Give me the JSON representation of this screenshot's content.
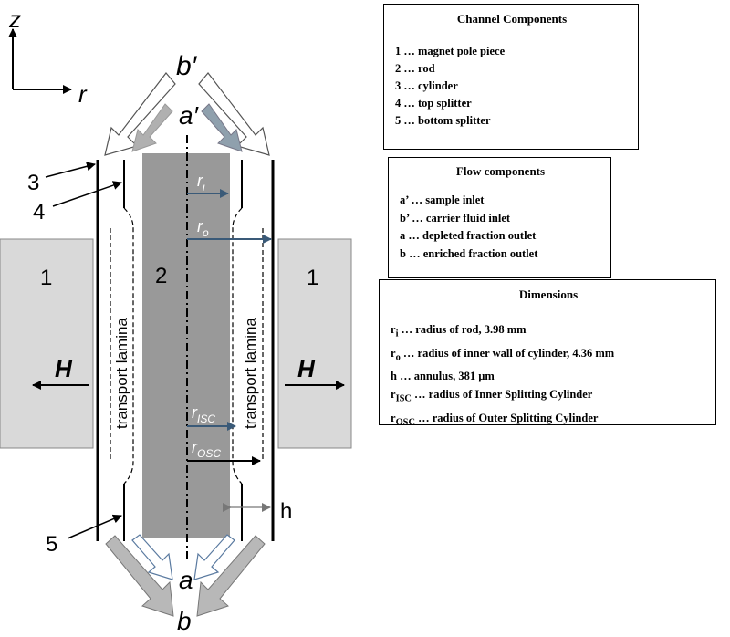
{
  "diagram": {
    "axis_z": "z",
    "axis_r": "r",
    "label_b_prime": "b′",
    "label_a_prime": "a′",
    "label_a": "a",
    "label_b": "b",
    "label_3": "3",
    "label_4": "4",
    "label_5": "5",
    "label_1_left": "1",
    "label_1_right": "1",
    "label_2": "2",
    "label_H_left": "H",
    "label_H_right": "H",
    "transport_left": "transport lamina",
    "transport_right": "transport lamina",
    "r_i": {
      "base": "r",
      "sub": "i"
    },
    "r_o": {
      "base": "r",
      "sub": "o"
    },
    "r_isc": {
      "base": "r",
      "sub": "ISC"
    },
    "r_osc": {
      "base": "r",
      "sub": "OSC"
    },
    "label_h": "h"
  },
  "channel_components": {
    "title": "Channel Components",
    "items": [
      "1 … magnet pole piece",
      "2 … rod",
      "3 … cylinder",
      "4 … top splitter",
      "5 … bottom splitter"
    ]
  },
  "flow_components": {
    "title": "Flow components",
    "items": [
      "a’ … sample inlet",
      "b’ … carrier fluid inlet",
      "a … depleted fraction outlet",
      "b … enriched fraction outlet"
    ]
  },
  "dimensions": {
    "title": "Dimensions",
    "items": [
      {
        "sym": "r",
        "sub": "i",
        "text": " … radius of rod, 3.98 mm"
      },
      {
        "sym": "r",
        "sub": "o",
        "text": " … radius of inner wall of cylinder, 4.36 mm"
      },
      {
        "sym": "h",
        "sub": "",
        "text": " … annulus, 381 µm"
      },
      {
        "sym": "r",
        "sub": "ISC",
        "text": " … radius of Inner Splitting Cylinder"
      },
      {
        "sym": "r",
        "sub": "OSC",
        "text": " … radius of Outer Splitting Cylinder"
      }
    ]
  },
  "colors": {
    "rod": "#999999",
    "pole_piece": "#d9d9d9",
    "arrow_blue": "#3a5a78",
    "arrow_gray": "#b0b0b0"
  }
}
